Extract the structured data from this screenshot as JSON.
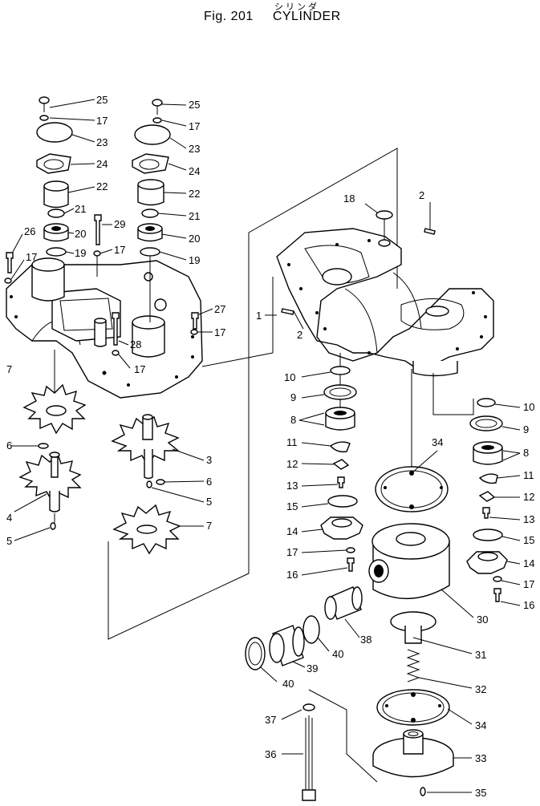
{
  "header": {
    "kana": "シリンダ",
    "fig_number": "Fig. 201",
    "title": "CYLINDER"
  },
  "callouts": {
    "c25a": "25",
    "c17a": "17",
    "c23a": "23",
    "c24a": "24",
    "c22a": "22",
    "c21a": "21",
    "c20a": "20",
    "c19a": "19",
    "c26": "26",
    "c17b": "17",
    "c29": "29",
    "c17c": "17",
    "c25b": "25",
    "c17d": "17",
    "c23b": "23",
    "c24b": "24",
    "c22b": "22",
    "c21b": "21",
    "c20b": "20",
    "c19b": "19",
    "c27": "27",
    "c17e": "17",
    "c28": "28",
    "c17f": "17",
    "c7a": "7",
    "c6a": "6",
    "c3": "3",
    "c6b": "6",
    "c5a": "5",
    "c4": "4",
    "c5b": "5",
    "c7b": "7",
    "c18": "18",
    "c2a": "2",
    "c1": "1",
    "c2b": "2",
    "c10a": "10",
    "c9a": "9",
    "c8a": "8",
    "c11a": "11",
    "c12a": "12",
    "c13a": "13",
    "c15a": "15",
    "c14a": "14",
    "c17g": "17",
    "c16a": "16",
    "c34a": "34",
    "c10b": "10",
    "c9b": "9",
    "c8b": "8",
    "c11b": "11",
    "c12b": "12",
    "c13b": "13",
    "c15b": "15",
    "c14b": "14",
    "c17h": "17",
    "c16b": "16",
    "c30": "30",
    "c38": "38",
    "c40a": "40",
    "c39": "39",
    "c40b": "40",
    "c31": "31",
    "c32": "32",
    "c37": "37",
    "c34b": "34",
    "c36": "36",
    "c33": "33",
    "c35": "35"
  }
}
